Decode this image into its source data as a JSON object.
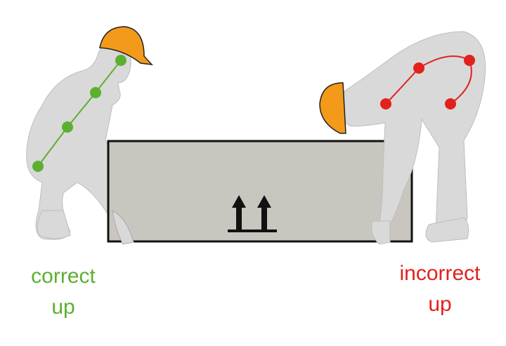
{
  "labels": {
    "correct": {
      "line1": "correct",
      "line2": "up"
    },
    "incorrect": {
      "line1": "incorrect",
      "line2": "up"
    }
  },
  "colors": {
    "correct": "#5cb030",
    "incorrect": "#e2211c",
    "helmet": "#f39a1a",
    "body": "#d9d9d9",
    "box": "#c9c6bf"
  }
}
